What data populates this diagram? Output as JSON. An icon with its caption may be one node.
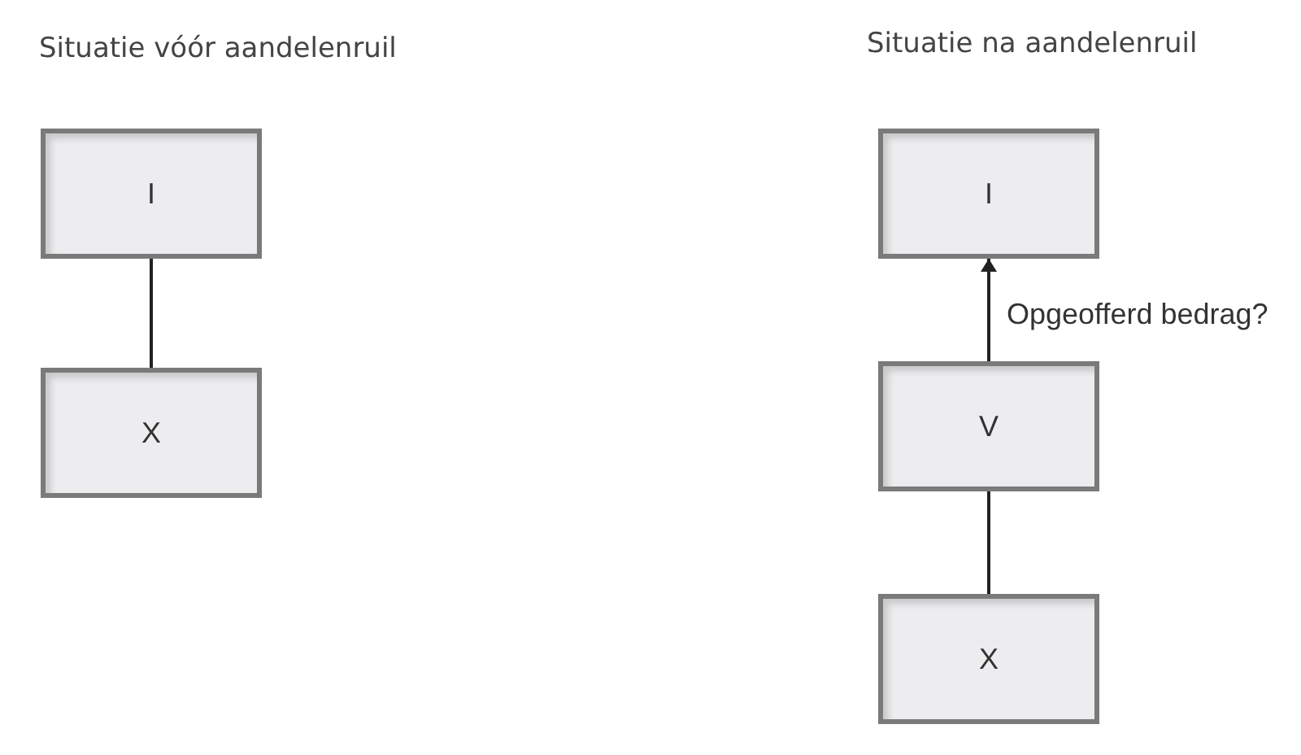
{
  "diagram": {
    "nodes": [
      {
        "text": [
          "I"
        ]
      },
      {
        "text": [
          "X"
        ]
      },
      {
        "text": [
          "I"
        ]
      },
      {
        "text": [
          "V"
        ]
      },
      {
        "text": [
          "X"
        ]
      }
    ],
    "edges": [
      {
        "from": 0,
        "to": 1,
        "arrow": "none"
      },
      {
        "from": 3,
        "to": 2,
        "arrow": "to",
        "label": "Opgeofferd bedrag?"
      },
      {
        "from": 3,
        "to": 4,
        "arrow": "none"
      }
    ],
    "labels": [
      "Situatie vóór aandelenruil",
      "Situatie na aandelenruil"
    ]
  }
}
